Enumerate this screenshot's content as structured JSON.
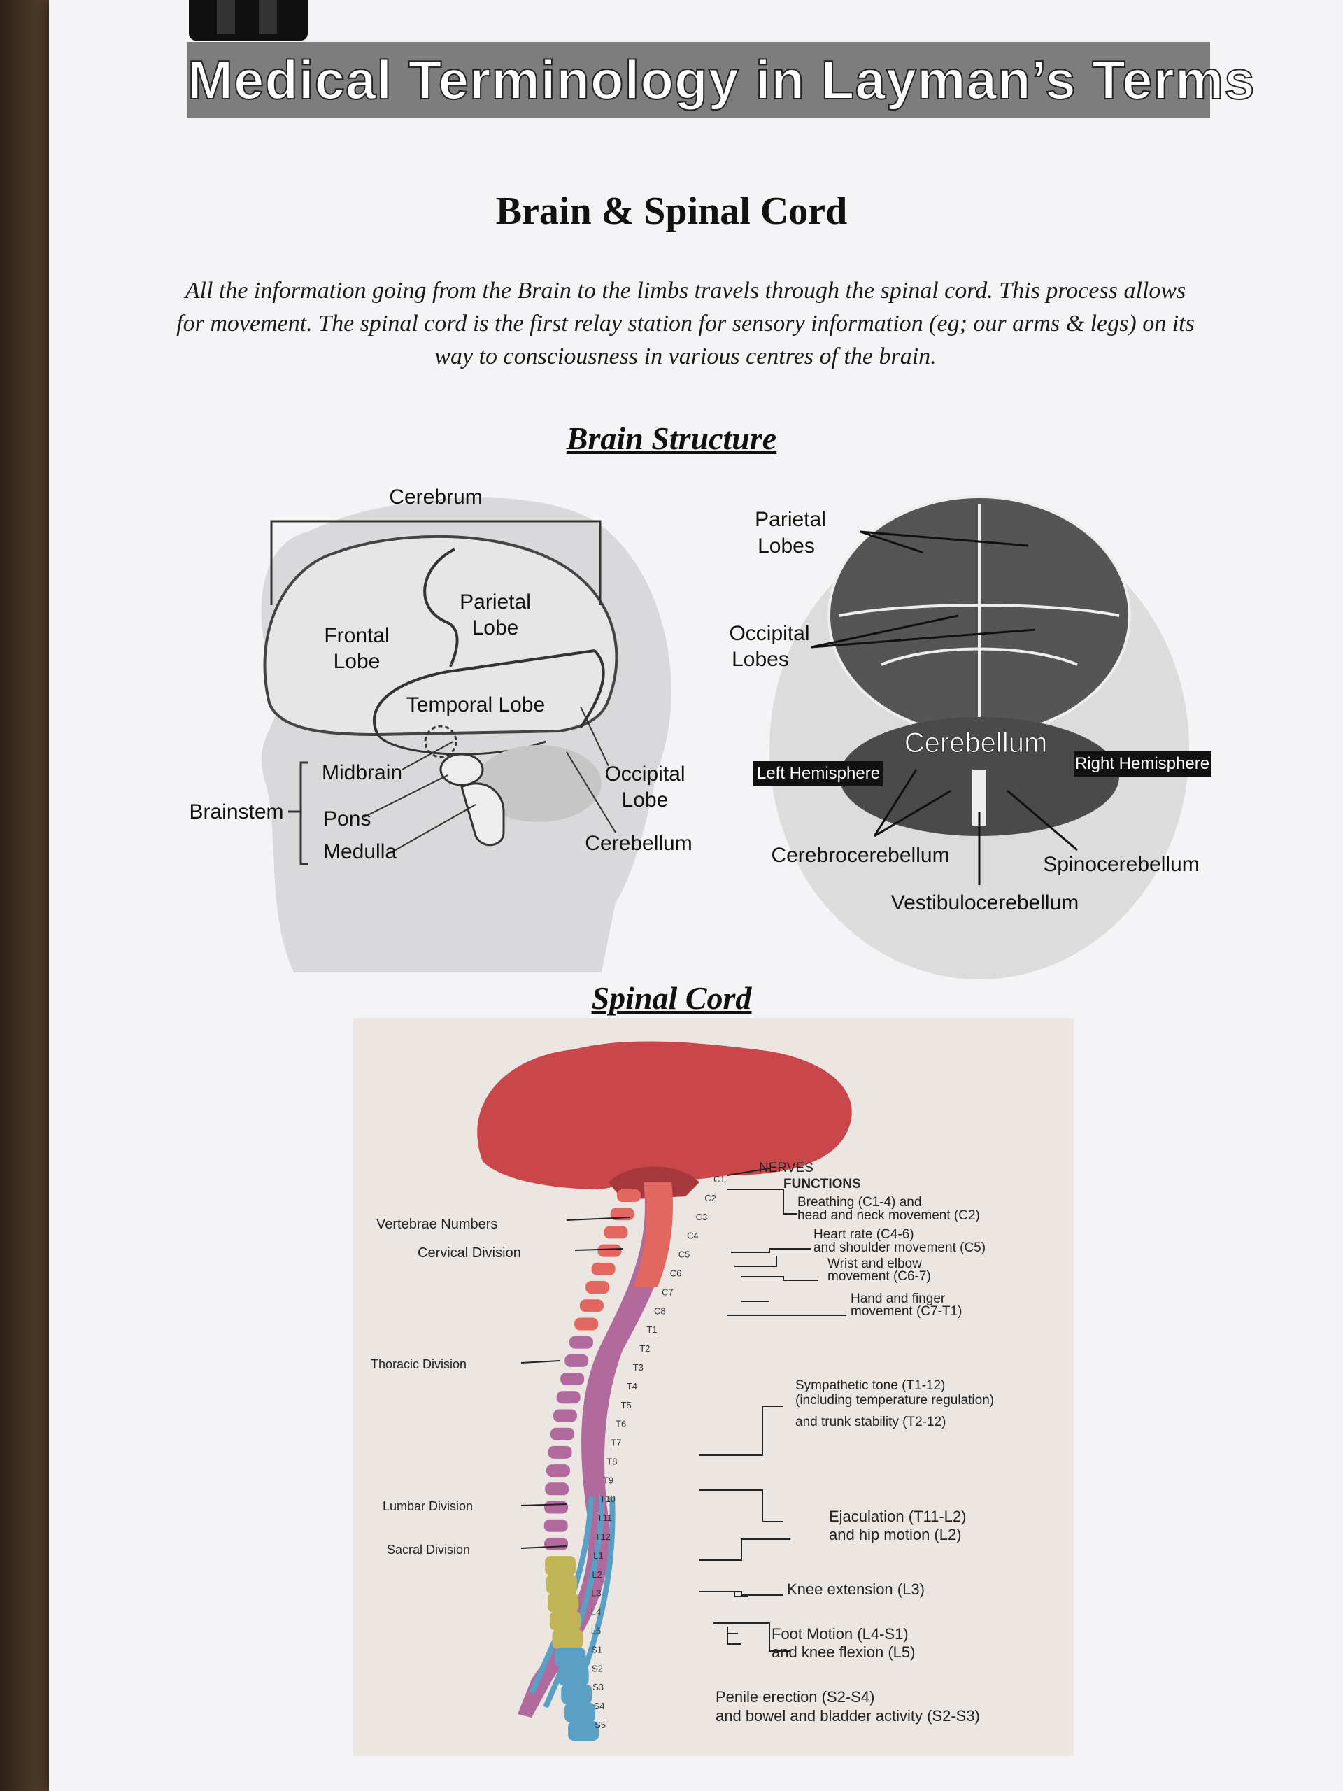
{
  "header": {
    "banner": "Medical Terminology in Layman’s Terms"
  },
  "page": {
    "title": "Brain & Spinal Cord",
    "intro": "All the information going from the Brain to the limbs travels through the spinal cord. This process allows for movement. The spinal cord is the first relay station for sensory information (eg; our arms & legs) on its way to consciousness in various centres of the brain."
  },
  "brain_section": {
    "heading": "Brain Structure",
    "side_view": {
      "cerebrum": "Cerebrum",
      "frontal": [
        "Frontal",
        "Lobe"
      ],
      "parietal": [
        "Parietal",
        "Lobe"
      ],
      "temporal": "Temporal Lobe",
      "occipital": [
        "Occipital",
        "Lobe"
      ],
      "cerebellum": "Cerebellum",
      "brainstem": "Brainstem",
      "midbrain": "Midbrain",
      "pons": "Pons",
      "medulla": "Medulla"
    },
    "rear_view": {
      "parietal": [
        "Parietal",
        "Lobes"
      ],
      "occipital": [
        "Occipital",
        "Lobes"
      ],
      "cerebellum": "Cerebellum",
      "left_hemisphere": "Left Hemisphere",
      "right_hemisphere": "Right Hemisphere",
      "cerebrocerebellum": "Cerebrocerebellum",
      "spinocerebellum": "Spinocerebellum",
      "vestibulocerebellum": "Vestibulocerebellum"
    }
  },
  "spinal_section": {
    "heading": "Spinal Cord",
    "left_labels": {
      "vertebrae": "Vertebrae Numbers",
      "cervical": "Cervical Division",
      "thoracic": "Thoracic Division",
      "lumbar": "Lumbar Division",
      "sacral": "Sacral Division"
    },
    "nerve_labels": [
      "C1",
      "C2",
      "C3",
      "C4",
      "C5",
      "C6",
      "C7",
      "C8",
      "T1",
      "T2",
      "T3",
      "T4",
      "T5",
      "T6",
      "T7",
      "T8",
      "T9",
      "T10",
      "T11",
      "T12",
      "L1",
      "L2",
      "L3",
      "L4",
      "L5",
      "S1",
      "S2",
      "S3",
      "S4",
      "S5"
    ],
    "nerves_header": [
      "NERVES",
      "FUNCTIONS"
    ],
    "functions": [
      [
        "Breathing (C1-4) and",
        "head and neck movement (C2)"
      ],
      [
        "Heart rate (C4-6)",
        "and shoulder movement (C5)"
      ],
      [
        "Wrist and elbow",
        "movement (C6-7)"
      ],
      [
        "Hand and finger",
        "movement (C7-T1)"
      ],
      [
        "Sympathetic tone (T1-12)",
        "(including temperature regulation)",
        "and trunk stability (T2-12)"
      ],
      [
        "Ejaculation (T11-L2)",
        "and hip motion (L2)"
      ],
      [
        "Knee extension (L3)"
      ],
      [
        "Foot Motion (L4-S1)",
        "and knee flexion (L5)"
      ],
      [
        "Penile erection (S2-S4)",
        "and bowel and bladder activity (S2-S3)"
      ]
    ]
  },
  "colors": {
    "banner": "#7d7d7d",
    "brain_red": "#c9474a",
    "cervical": "#e2675f",
    "thoracic": "#b06a9e",
    "lumbar": "#c2b558",
    "sacral": "#5a9fc4"
  }
}
